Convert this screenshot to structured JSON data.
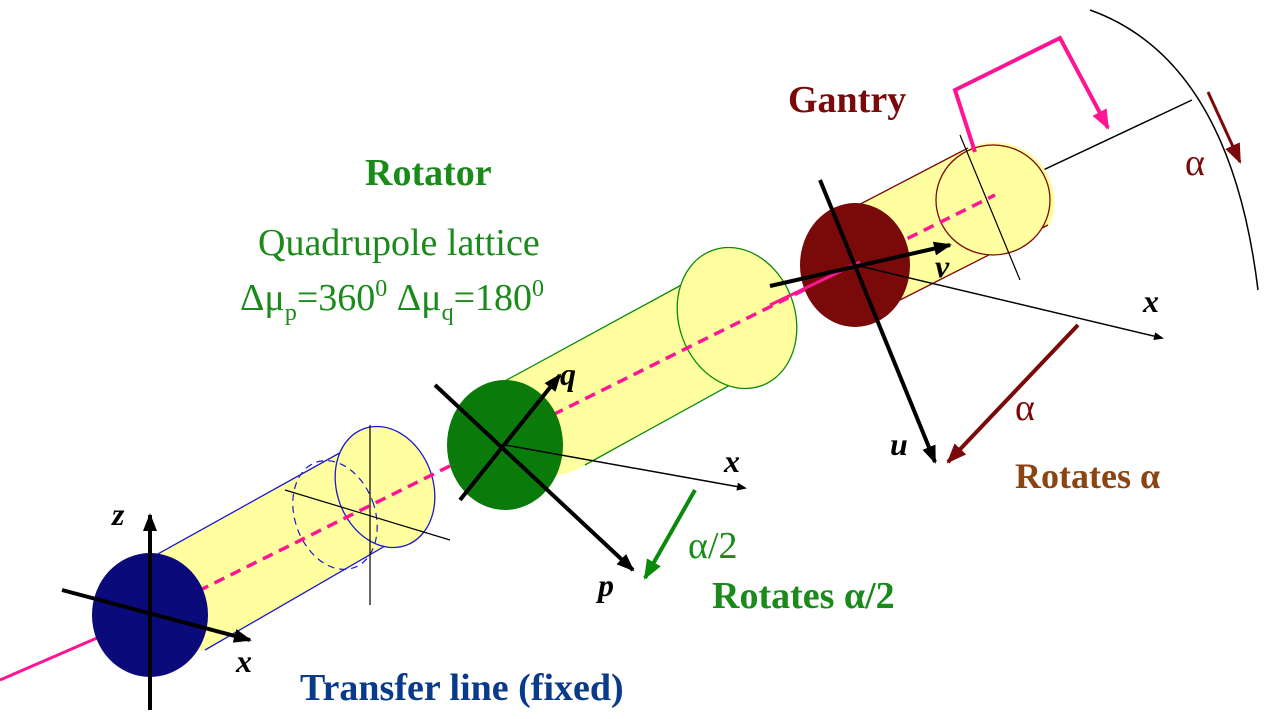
{
  "sections": {
    "gantry": {
      "title": "Gantry"
    },
    "rotator": {
      "title": "Rotator",
      "subtitle": "Quadrupole lattice",
      "phase_advance": {
        "mu_p_prefix": "Δμ",
        "mu_p_sub": "p",
        "mu_p_value": "=360",
        "mu_p_sup": "0",
        "mu_q_prefix": "Δμ",
        "mu_q_sub": "q",
        "mu_q_value": "=180",
        "mu_q_sup": "0"
      }
    },
    "transfer_line": {
      "title": "Transfer line (fixed)"
    }
  },
  "labels": {
    "rotates_alpha_half": "Rotates α/2",
    "rotates_alpha": "Rotates α",
    "alpha": "α",
    "alpha_half": "α/2"
  },
  "axes": {
    "x": "x",
    "z": "z",
    "p": "p",
    "q": "q",
    "u": "u",
    "v": "v"
  },
  "colors": {
    "transfer_line": "#0a0a7a",
    "rotator": "#0a7a0a",
    "gantry": "#7a0a0a",
    "beam": "#ff1493",
    "cylinder_fill": "#ffffa0",
    "rotator_text": "#1a8a1a",
    "gantry_text": "#7a0a0a",
    "transfer_text": "#0a3a8a",
    "rotates_alpha_text": "#8b4513"
  }
}
